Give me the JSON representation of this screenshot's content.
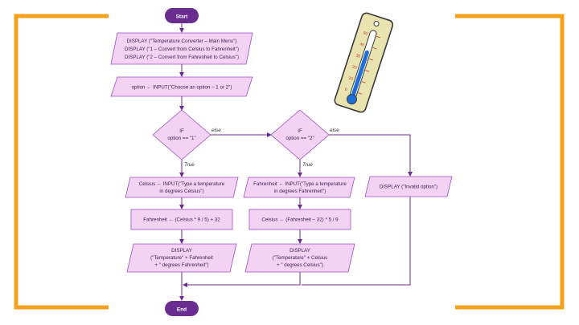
{
  "colors": {
    "bracket": "#f5a21a",
    "terminal": "#6a2c91",
    "node_fill": "#f3d2f3",
    "node_stroke": "#9b4fc7",
    "arrow": "#6a2c91"
  },
  "nodes": {
    "start": "Start",
    "menu": [
      "DISPLAY (\"Temperature Converter – Main Menu\")",
      "DISPLAY (\"1 – Convert from Celsius to Fahrenheit\")",
      "DISPLAY (\"2 – Convert from Fahrenheit to Celsius\")"
    ],
    "input_option": "option ← INPUT(\"Choose an option – 1 or 2\")",
    "decision1": [
      "IF",
      "option == \"1\""
    ],
    "decision2": [
      "IF",
      "option == \"2\""
    ],
    "input_celsius": [
      "Celsius ← INPUT(\"Type a temperature",
      "in degrees Celsius\")"
    ],
    "calc_fahrenheit": "Fahrenheit ← (Celsius * 9 / 5) + 32",
    "display_fahrenheit": [
      "DISPLAY",
      "(\"Temperature\" + Fahrenheit",
      "+ \" degrees Fahrenheit\")"
    ],
    "input_fahrenheit": [
      "Fahrenheit ← INPUT(\"Type a temperature",
      "in degrees Fahrenheit\")"
    ],
    "calc_celsius": "Celsius ← (Fahrenheit – 32) * 5 / 9",
    "display_celsius": [
      "DISPLAY",
      "(\"Temperature\" + Celsius",
      "+ \" degrees Celsius\")"
    ],
    "display_invalid": "DISPLAY (\"Invalid option\")",
    "end": "End"
  },
  "edges": {
    "true_label": "True",
    "else_label": "else"
  },
  "thermometer": {
    "scale_labels": [
      "50",
      "40",
      "30",
      "20",
      "10",
      "0"
    ],
    "fill_fraction": 0.72,
    "colors": {
      "frame": "#e9e3b0",
      "frame_stroke": "#3a3a3a",
      "tube": "#1e6fd9",
      "mark": "#c0392b"
    }
  }
}
